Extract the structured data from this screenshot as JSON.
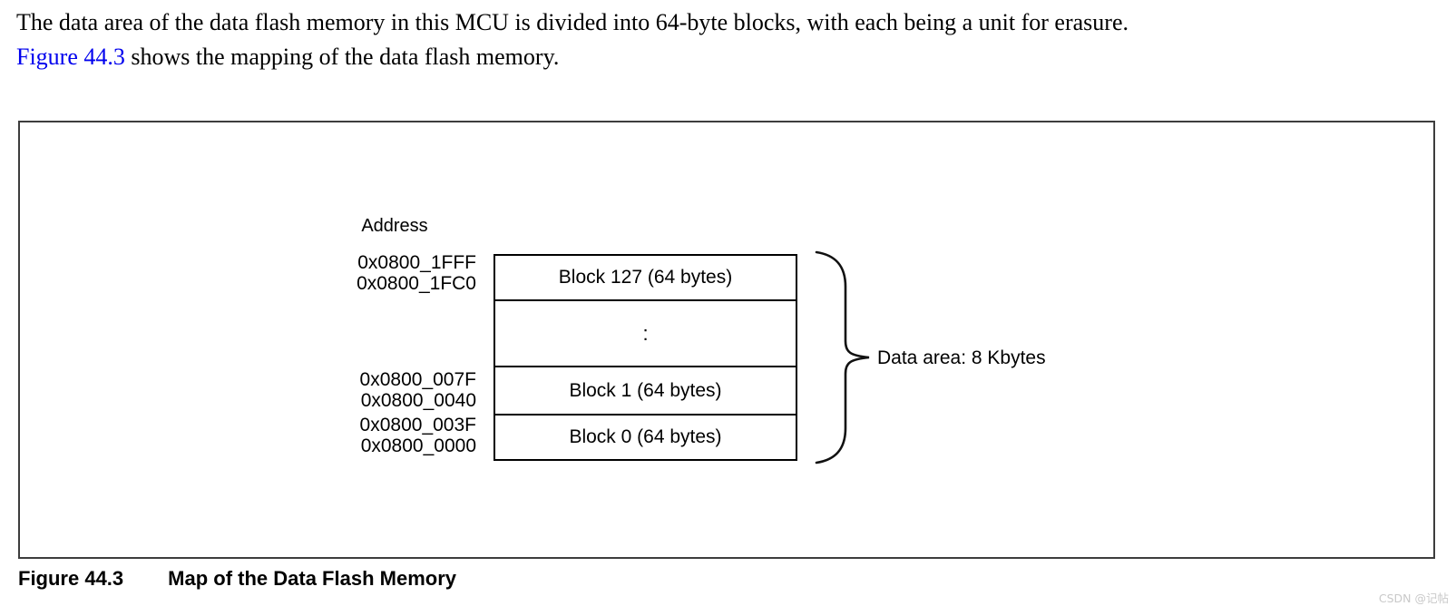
{
  "page": {
    "watermark": "CSDN @记帖",
    "link_color": "#0000ee"
  },
  "intro": {
    "line1": "The data area of the data flash memory in this MCU is divided into 64-byte blocks, with each being a unit for erasure.",
    "link_text": "Figure 44.3",
    "line2_rest": " shows the mapping of the data flash memory."
  },
  "figure": {
    "caption_label": "Figure 44.3",
    "caption_title": "Map of the Data Flash Memory",
    "diagram": {
      "address_header": "Address",
      "address_pairs": [
        {
          "top": "0x0800_1FFF",
          "bottom": "0x0800_1FC0"
        },
        {
          "top": "0x0800_007F",
          "bottom": "0x0800_0040"
        },
        {
          "top": "0x0800_003F",
          "bottom": "0x0800_0000"
        }
      ],
      "blocks": [
        {
          "label": "Block 127 (64 bytes)"
        },
        {
          "label": ":"
        },
        {
          "label": "Block 1 (64 bytes)"
        },
        {
          "label": "Block 0 (64 bytes)"
        }
      ],
      "brace_label": "Data area: 8 Kbytes"
    }
  }
}
